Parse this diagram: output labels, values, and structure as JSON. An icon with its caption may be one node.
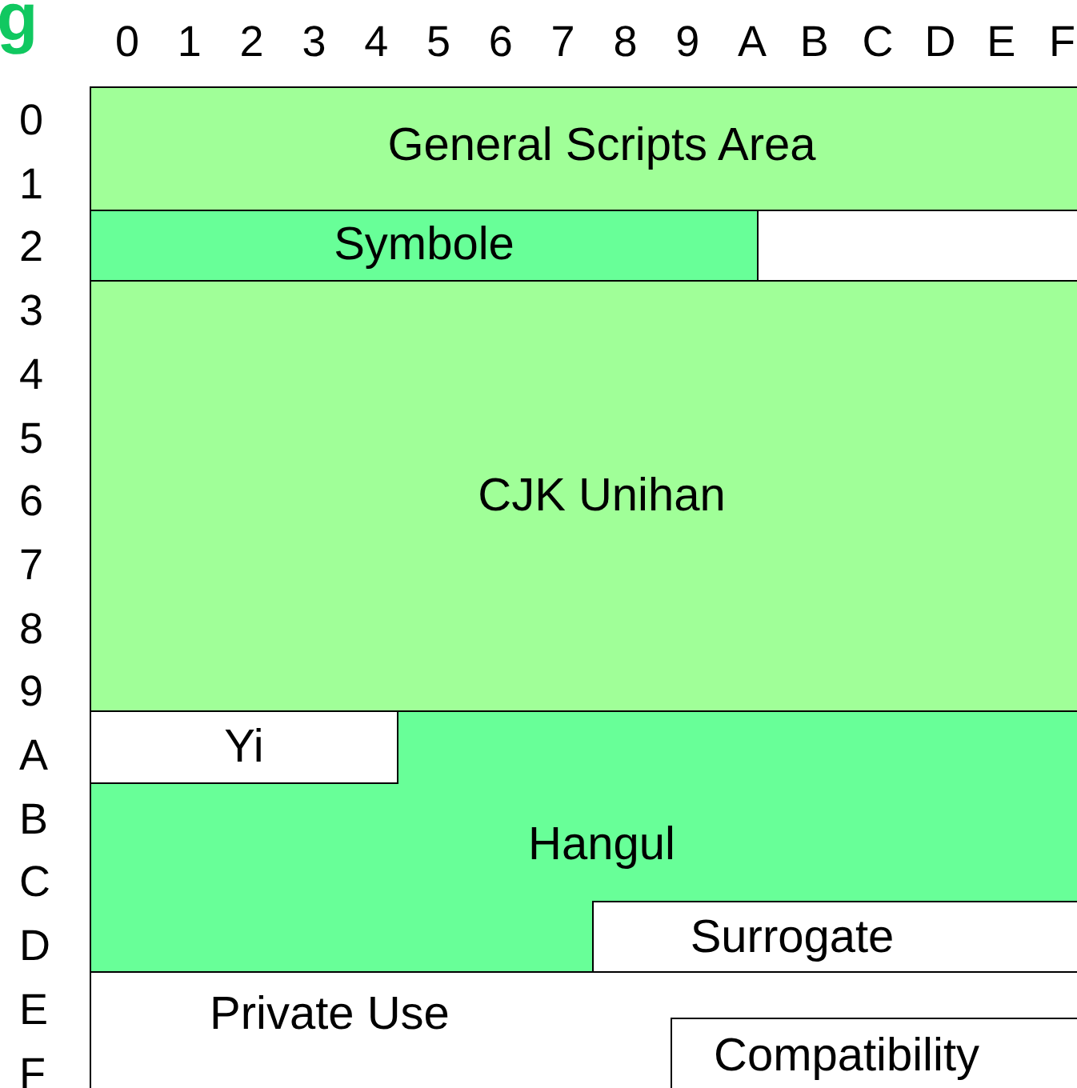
{
  "diagram": {
    "nodes": [
      {
        "text": [
          "General Scripts Area"
        ]
      },
      {
        "text": [
          "Symbole"
        ]
      },
      {
        "text": [
          "CJK Unihan"
        ]
      },
      {
        "text": [
          "Hangul"
        ]
      },
      {
        "text": [
          "Yi"
        ],
        "in": 3
      },
      {
        "text": [
          "Surrogate"
        ],
        "in": 3
      },
      {
        "text": [
          "Private Use"
        ]
      },
      {
        "text": [
          "Compatibility"
        ],
        "in": 6
      }
    ],
    "labels": [
      "g",
      "0",
      "1",
      "2",
      "3",
      "4",
      "5",
      "6",
      "7",
      "8",
      "9",
      "A",
      "B",
      "C",
      "D",
      "E",
      "F",
      "0",
      "1",
      "2",
      "3",
      "4",
      "5",
      "6",
      "7",
      "8",
      "9",
      "A",
      "B",
      "C",
      "D",
      "E",
      "F"
    ]
  }
}
